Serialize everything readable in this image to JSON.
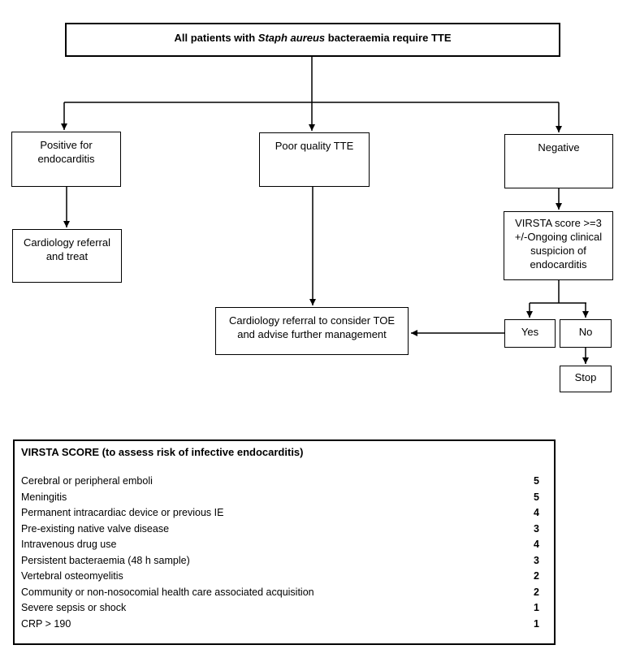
{
  "flowchart": {
    "top_box": {
      "prefix": "All patients with ",
      "italic": "Staph aureus",
      "suffix": " bacteraemia require TTE"
    },
    "positive": {
      "line1": "Positive for",
      "line2": "endocarditis"
    },
    "poor_quality": {
      "label": "Poor quality TTE"
    },
    "negative": {
      "label": "Negative"
    },
    "cardiology_treat": {
      "line1": "Cardiology referral",
      "line2": "and treat"
    },
    "virsta_criteria": {
      "line1": "VIRSTA score >=3",
      "line2": "+/-Ongoing clinical",
      "line3": "suspicion of",
      "line4": "endocarditis"
    },
    "toe_referral": {
      "line1": "Cardiology referral to consider TOE",
      "line2": "and advise further management"
    },
    "yes_label": "Yes",
    "no_label": "No",
    "stop_label": "Stop"
  },
  "score_table": {
    "title": "VIRSTA SCORE (to assess risk of infective endocarditis)",
    "rows": [
      {
        "item": "Cerebral or peripheral emboli",
        "score": "5"
      },
      {
        "item": "Meningitis",
        "score": "5"
      },
      {
        "item": "Permanent intracardiac device or previous IE",
        "score": "4"
      },
      {
        "item": "Pre-existing native valve disease",
        "score": "3"
      },
      {
        "item": "Intravenous drug use",
        "score": "4"
      },
      {
        "item": "Persistent bacteraemia (48 h sample)",
        "score": "3"
      },
      {
        "item": "Vertebral osteomyelitis",
        "score": "2"
      },
      {
        "item": "Community or non-nosocomial health care associated acquisition",
        "score": "2"
      },
      {
        "item": "Severe sepsis or shock",
        "score": "1"
      },
      {
        "item": "CRP > 190",
        "score": "1"
      }
    ]
  },
  "colors": {
    "line": "#000000",
    "text": "#000000",
    "background": "#ffffff"
  }
}
